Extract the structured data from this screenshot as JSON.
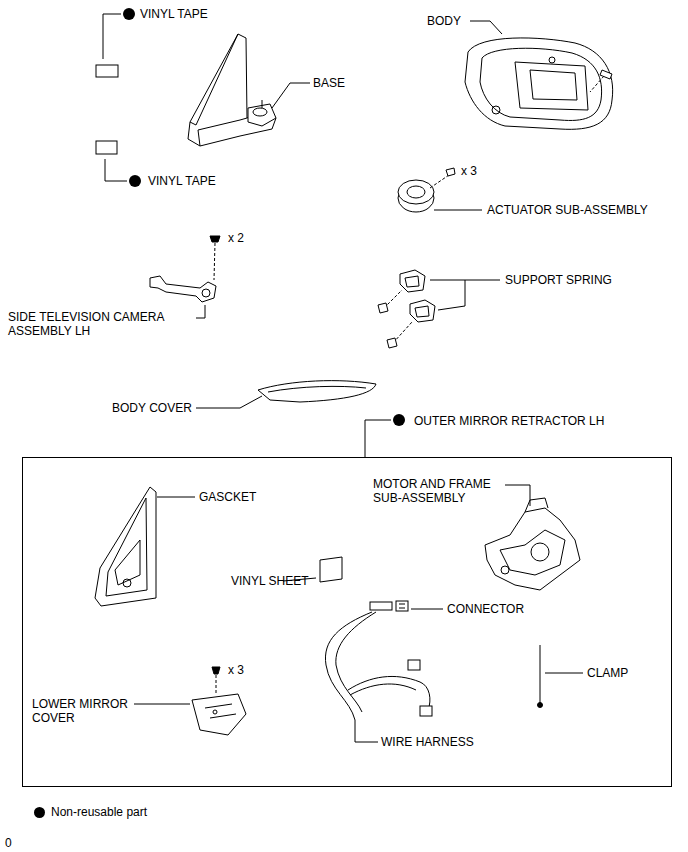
{
  "diagram": {
    "nodes": [
      {
        "text": [
          "OUTER MIRROR RETRACTOR LH"
        ]
      }
    ],
    "labels": [
      "VINYL TAPE",
      "VINYL TAPE",
      "BASE",
      "BODY",
      "x 3",
      "ACTUATOR SUB-ASSEMBLY",
      "x 2",
      "SIDE TELEVISION CAMERA ASSEMBLY LH",
      "SUPPORT SPRING",
      "BODY COVER",
      "GASCKET",
      "MOTOR AND FRAME SUB-ASSEMBLY",
      "VINYL SHEET",
      "CONNECTOR",
      "CLAMP",
      "x 3",
      "LOWER MIRROR COVER",
      "WIRE HARNESS",
      "0"
    ],
    "legend": [
      {
        "text": "Non-reusable part",
        "color": "#000000"
      }
    ]
  }
}
